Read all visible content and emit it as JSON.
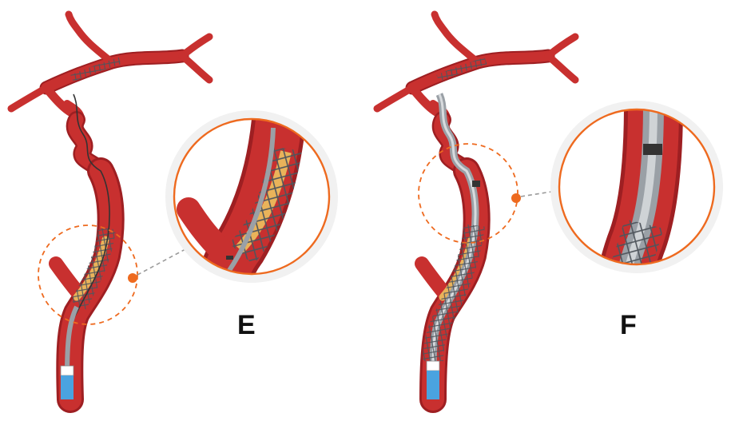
{
  "panels": [
    {
      "label": "E",
      "stage": "stent-deployed-catheter-in-place"
    },
    {
      "label": "F",
      "stage": "stent-deployed-catheter-withdrawing"
    }
  ],
  "colors": {
    "artery": "#c8302f",
    "artery_dark": "#9e1f22",
    "artery_highlight": "#e2655c",
    "plaque": "#e9b35a",
    "stent": "#5a5f66",
    "catheter": "#9aa0a6",
    "catheter_tip_blue": "#4aa3e0",
    "callout_orange": "#ee6a1f",
    "callout_halo": "#f1f1f1",
    "leader_gray": "#9a9a9a"
  }
}
